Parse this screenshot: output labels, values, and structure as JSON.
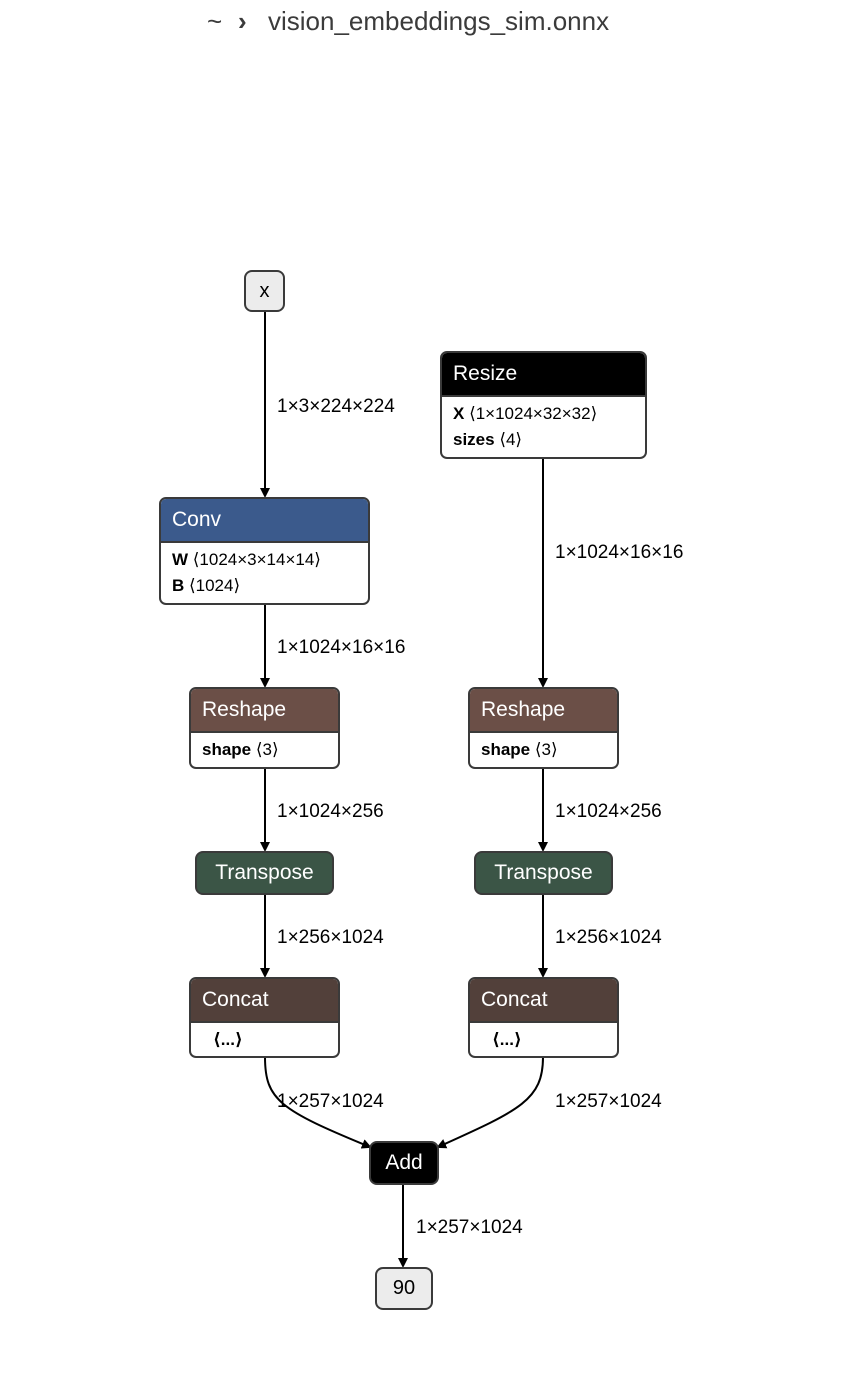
{
  "breadcrumb": {
    "home": "~",
    "separator": "›",
    "file": "vision_embeddings_sim.onnx"
  },
  "nodes": {
    "input_x": {
      "label": "x"
    },
    "conv": {
      "op": "Conv",
      "attrs": [
        {
          "name": "W",
          "value": "⟨1024×3×14×14⟩"
        },
        {
          "name": "B",
          "value": "⟨1024⟩"
        }
      ],
      "color": "#3b5a8c"
    },
    "resize": {
      "op": "Resize",
      "attrs": [
        {
          "name": "X",
          "value": "⟨1×1024×32×32⟩"
        },
        {
          "name": "sizes",
          "value": "⟨4⟩"
        }
      ],
      "color": "#000000"
    },
    "reshape_left": {
      "op": "Reshape",
      "attrs": [
        {
          "name": "shape",
          "value": "⟨3⟩"
        }
      ],
      "color": "#6b4f47"
    },
    "reshape_right": {
      "op": "Reshape",
      "attrs": [
        {
          "name": "shape",
          "value": "⟨3⟩"
        }
      ],
      "color": "#6b4f47"
    },
    "transpose_left": {
      "op": "Transpose",
      "color": "#3b5546"
    },
    "transpose_right": {
      "op": "Transpose",
      "color": "#3b5546"
    },
    "concat_left": {
      "op": "Concat",
      "attrs": [
        {
          "name": "",
          "value": "⟨...⟩"
        }
      ],
      "color": "#52403a"
    },
    "concat_right": {
      "op": "Concat",
      "attrs": [
        {
          "name": "",
          "value": "⟨...⟩"
        }
      ],
      "color": "#52403a"
    },
    "add": {
      "op": "Add",
      "color": "#000000"
    },
    "output": {
      "label": "90"
    }
  },
  "edges": {
    "x_conv": "1×3×224×224",
    "conv_reshape": "1×1024×16×16",
    "resize_reshape": "1×1024×16×16",
    "reshape_transpose_left": "1×1024×256",
    "reshape_transpose_right": "1×1024×256",
    "transpose_concat_left": "1×256×1024",
    "transpose_concat_right": "1×256×1024",
    "concat_add_left": "1×257×1024",
    "concat_add_right": "1×257×1024",
    "add_output": "1×257×1024"
  }
}
